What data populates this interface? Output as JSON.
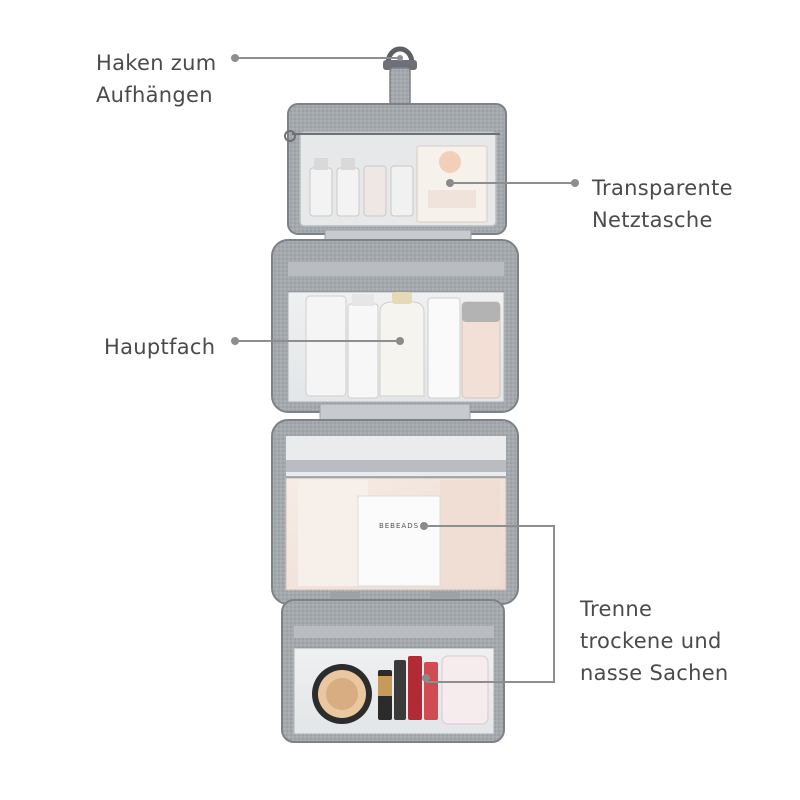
{
  "callouts": {
    "hook": {
      "lines": [
        "Haken zum",
        "Aufhängen"
      ]
    },
    "mesh_pocket": {
      "lines": [
        "Transparente",
        "Netztasche"
      ]
    },
    "main_compartment": {
      "lines": [
        "Hauptfach"
      ]
    },
    "separation": {
      "lines": [
        "Trenne",
        "trockene und",
        "nasse Sachen"
      ]
    }
  },
  "product": {
    "bag_label": "BEBEADS"
  },
  "colors": {
    "bag_gray": "#9da2a7",
    "bag_dark": "#7d8288",
    "text": "#4a4a4a",
    "leader_line": "#8e8e8e"
  }
}
